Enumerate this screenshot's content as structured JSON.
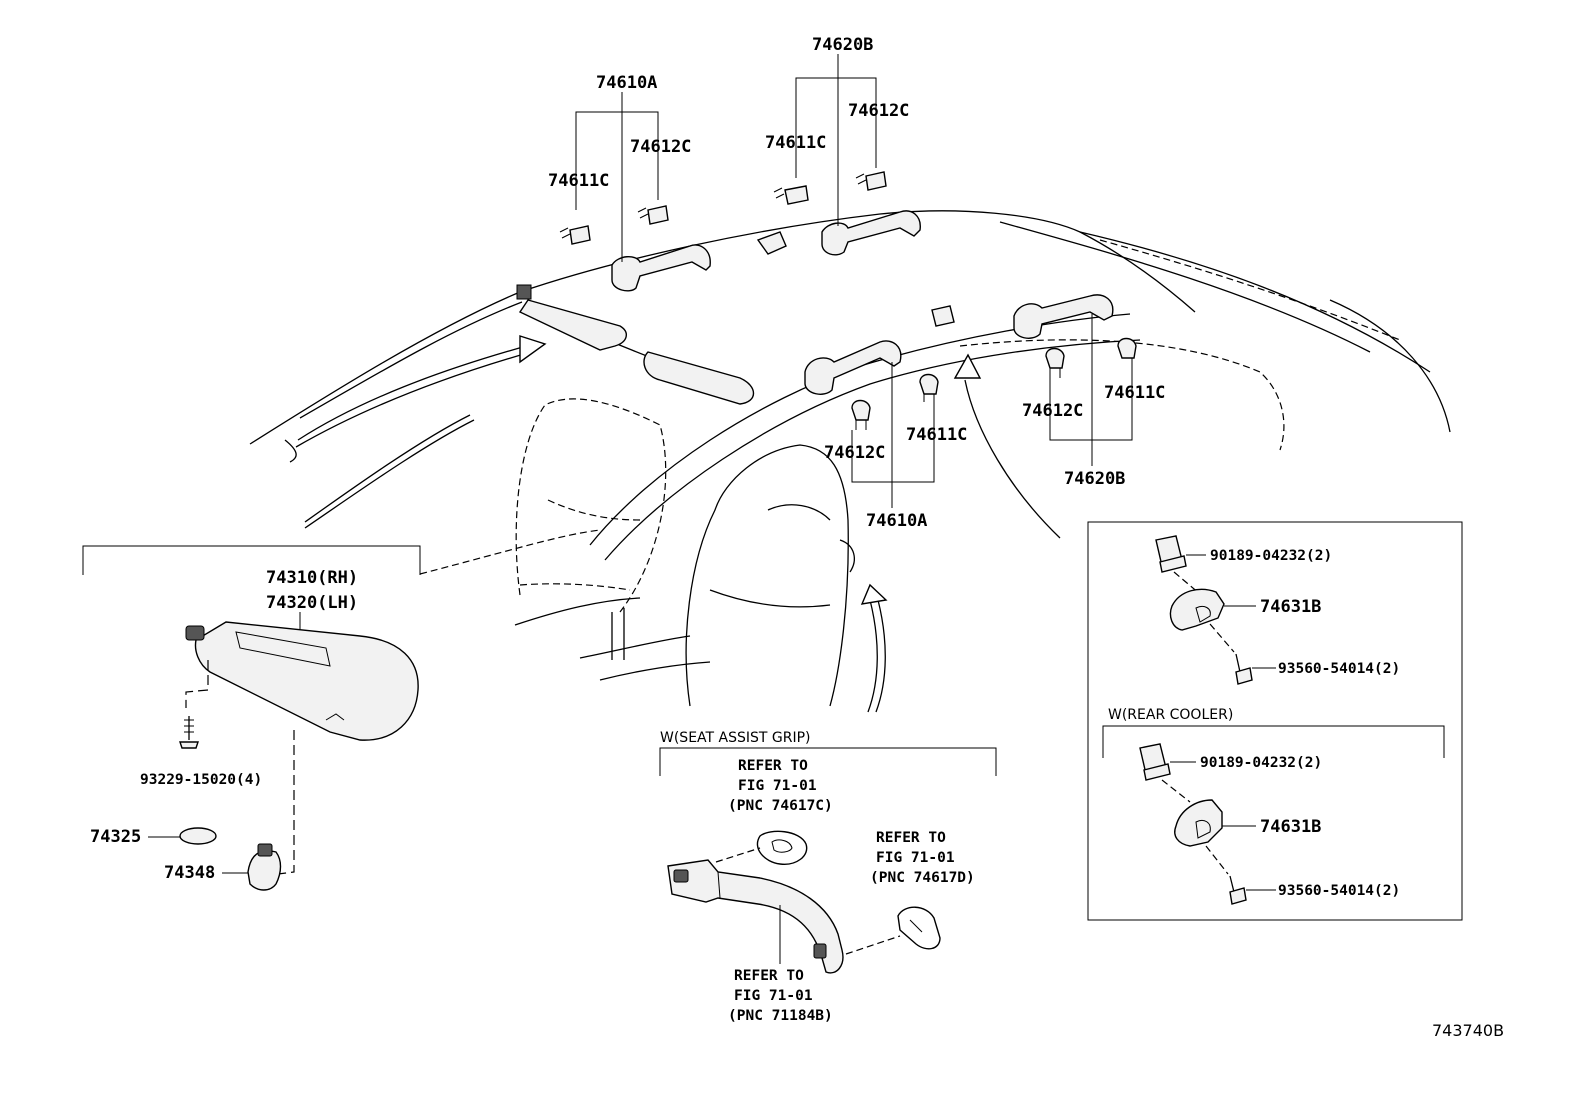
{
  "roof": {
    "front_left_group": "74610A",
    "front_left_clip_a": "74611C",
    "front_left_clip_b": "74612C",
    "rear_left_group": "74620B",
    "rear_left_clip_a": "74611C",
    "rear_left_clip_b": "74612C",
    "front_right_clip_b": "74612C",
    "front_right_clip_a": "74611C",
    "front_right_group": "74610A",
    "rear_right_clip_b": "74612C",
    "rear_right_clip_a": "74611C",
    "rear_right_group": "74620B"
  },
  "visor": {
    "rh": "74310(RH)",
    "lh": "74320(LH)",
    "screw": "93229-15020(4)",
    "ring": "74325",
    "holder": "74348"
  },
  "seat_grip": {
    "caption": "W(SEAT ASSIST GRIP)",
    "ref1": [
      "REFER TO",
      "FIG 71-01",
      "(PNC 74617C)"
    ],
    "ref2": [
      "REFER TO",
      "FIG 71-01",
      "(PNC 74617D)"
    ],
    "ref3": [
      "REFER TO",
      "FIG 71-01",
      "(PNC 71184B)"
    ]
  },
  "inset": {
    "nut_top": "90189-04232(2)",
    "bracket_top": "74631B",
    "screw_top": "93560-54014(2)",
    "caption": "W(REAR COOLER)",
    "nut_bottom": "90189-04232(2)",
    "bracket_bottom": "74631B",
    "screw_bottom": "93560-54014(2)"
  },
  "figure_code": "743740B"
}
